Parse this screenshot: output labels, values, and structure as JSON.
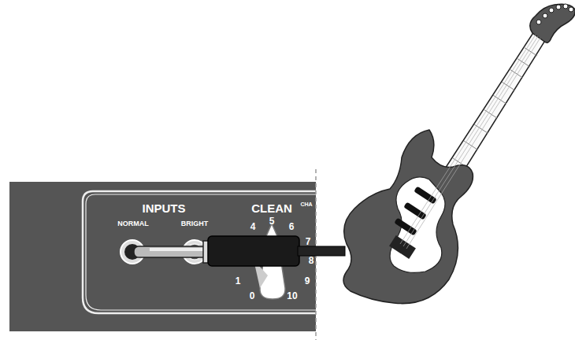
{
  "diagram": {
    "labels": [
      "INPUTS",
      "CLEAN",
      "CHA",
      "NORMAL",
      "BRIGHT",
      "4",
      "5",
      "6",
      "7",
      "8",
      "1",
      "9",
      "0",
      "10"
    ]
  }
}
